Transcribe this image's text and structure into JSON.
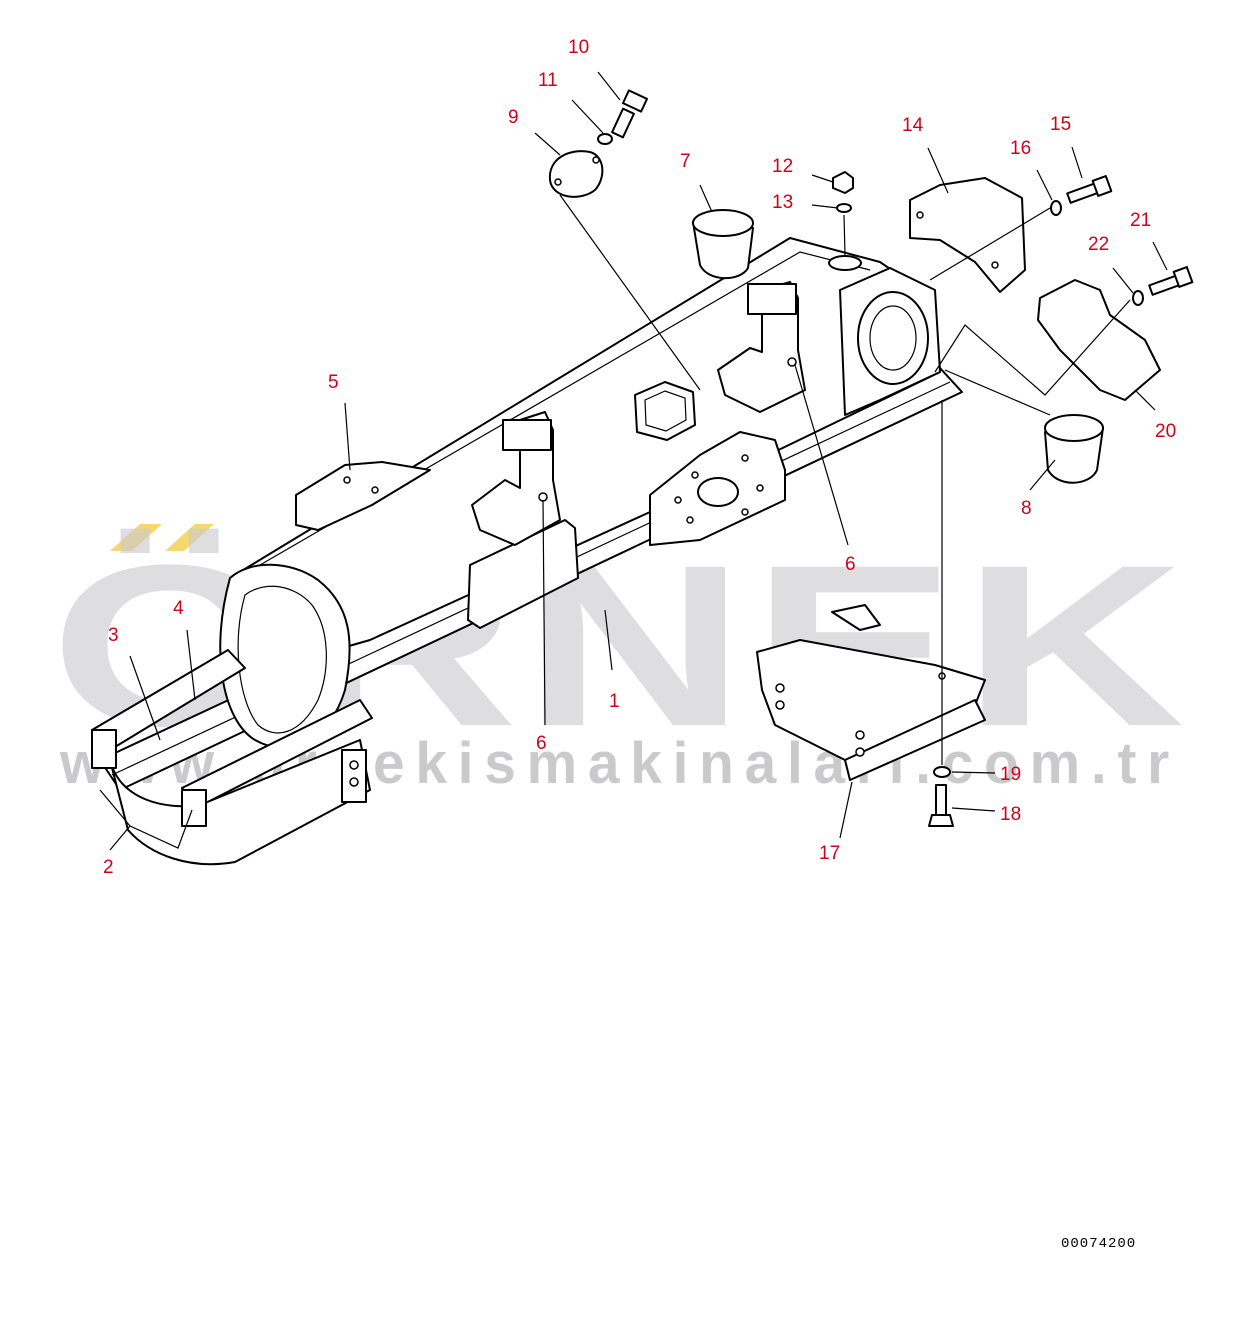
{
  "watermark": {
    "brand": "ÖRNEK",
    "website": "www.ornekismakinalari.com.tr",
    "accent_color": "#f5d76e"
  },
  "callouts": [
    {
      "id": "1",
      "label": "1"
    },
    {
      "id": "2",
      "label": "2"
    },
    {
      "id": "3",
      "label": "3"
    },
    {
      "id": "4",
      "label": "4"
    },
    {
      "id": "5",
      "label": "5"
    },
    {
      "id": "6a",
      "label": "6"
    },
    {
      "id": "6b",
      "label": "6"
    },
    {
      "id": "7",
      "label": "7"
    },
    {
      "id": "8",
      "label": "8"
    },
    {
      "id": "9",
      "label": "9"
    },
    {
      "id": "10",
      "label": "10"
    },
    {
      "id": "11",
      "label": "11"
    },
    {
      "id": "12",
      "label": "12"
    },
    {
      "id": "13",
      "label": "13"
    },
    {
      "id": "14",
      "label": "14"
    },
    {
      "id": "15",
      "label": "15"
    },
    {
      "id": "16",
      "label": "16"
    },
    {
      "id": "17",
      "label": "17"
    },
    {
      "id": "18",
      "label": "18"
    },
    {
      "id": "19",
      "label": "19"
    },
    {
      "id": "20",
      "label": "20"
    },
    {
      "id": "21",
      "label": "21"
    },
    {
      "id": "22",
      "label": "22"
    }
  ],
  "drawing_number": "00074200",
  "colors": {
    "callout": "#d0021b",
    "line": "#000000",
    "watermark": "#cdcbd0"
  }
}
